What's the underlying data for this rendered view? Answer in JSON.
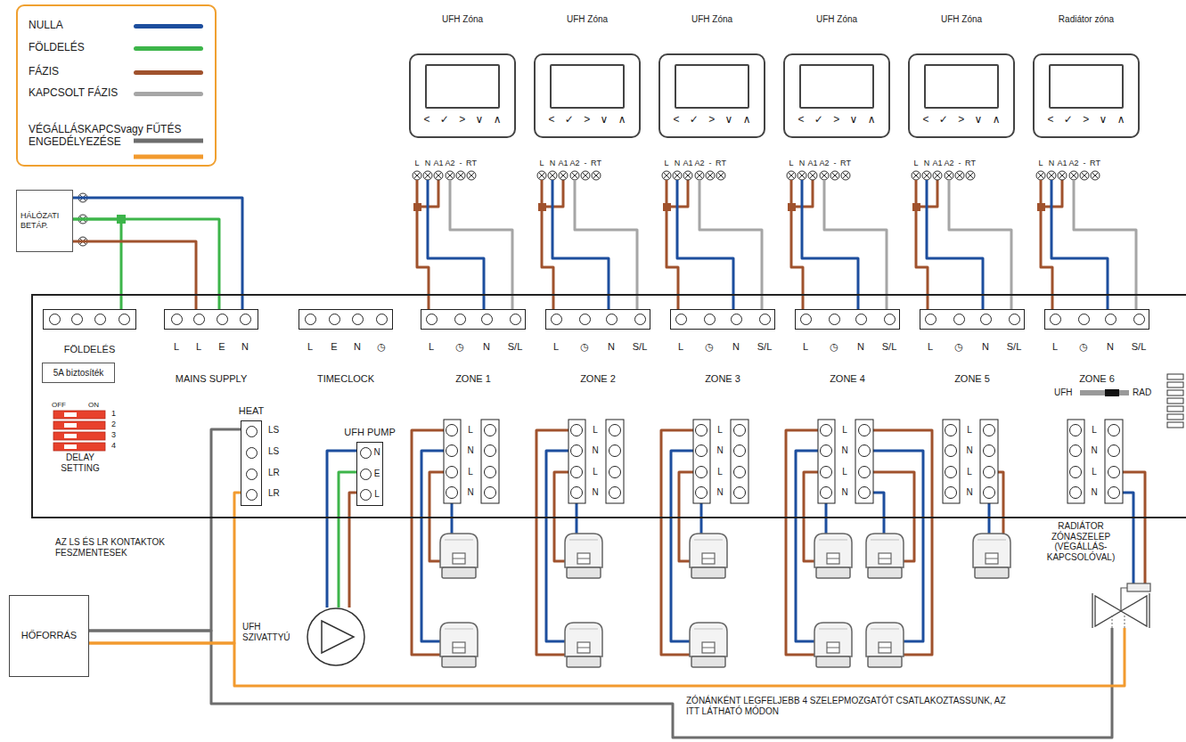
{
  "diagram": {
    "nodes": [
      {
        "text": [
          "HÁLÓZATI BETÁP."
        ]
      },
      {
        "text": [
          "UFH Zóna",
          "< ✓ > ∨ ∧",
          "L",
          "N",
          "A1",
          "A2",
          "-",
          "RT"
        ]
      },
      {
        "text": [
          "UFH Zóna",
          "< ✓ > ∨ ∧",
          "L",
          "N",
          "A1",
          "A2",
          "-",
          "RT"
        ]
      },
      {
        "text": [
          "UFH Zóna",
          "< ✓ > ∨ ∧",
          "L",
          "N",
          "A1",
          "A2",
          "-",
          "RT"
        ]
      },
      {
        "text": [
          "UFH Zóna",
          "< ✓ > ∨ ∧",
          "L",
          "N",
          "A1",
          "A2",
          "-",
          "RT"
        ]
      },
      {
        "text": [
          "UFH Zóna",
          "< ✓ > ∨ ∧",
          "L",
          "N",
          "A1",
          "A2",
          "-",
          "RT"
        ]
      },
      {
        "text": [
          "Radiátor zóna",
          "< ✓ > ∨ ∧",
          "L",
          "N",
          "A1",
          "A2",
          "-",
          "RT"
        ]
      },
      {
        "text": [
          "DELAY SETTING"
        ]
      },
      {
        "text": [
          "FÖLDELÉS"
        ],
        "in": 7
      },
      {
        "text": [
          "L",
          "L",
          "E",
          "N",
          "MAINS SUPPLY"
        ],
        "in": 7
      },
      {
        "text": [
          "L",
          "E",
          "N",
          "◷",
          "TIMECLOCK"
        ],
        "in": 7
      },
      {
        "text": [
          "L",
          "◷",
          "N",
          "S/L",
          "ZONE 1"
        ],
        "in": 7
      },
      {
        "text": [
          "L",
          "◷",
          "N",
          "S/L",
          "ZONE 2"
        ],
        "in": 7
      },
      {
        "text": [
          "L",
          "◷",
          "N",
          "S/L",
          "ZONE 3"
        ],
        "in": 7
      },
      {
        "text": [
          "L",
          "◷",
          "N",
          "S/L",
          "ZONE 4"
        ],
        "in": 7
      },
      {
        "text": [
          "L",
          "◷",
          "N",
          "S/L",
          "ZONE 5"
        ],
        "in": 7
      },
      {
        "text": [
          "L",
          "◷",
          "N",
          "S/L",
          "ZONE 6"
        ],
        "in": 7
      },
      {
        "text": [
          "HEAT",
          "LS",
          "LS",
          "LR",
          "LR"
        ],
        "in": 7
      },
      {
        "text": [
          "UFH PUMP",
          "N",
          "E",
          "L"
        ],
        "in": 7
      },
      {
        "text": [
          "5A biztosíték"
        ],
        "in": 7
      },
      {
        "text": [
          "HŐFORRÁS"
        ]
      },
      {
        "text": [
          "UFH SZIVATTYÚ"
        ]
      },
      {
        "text": [
          "RADIÁTOR ZÓNASZELEP (VÉGÁLLÁS- KAPCSOLÓVAL)"
        ]
      }
    ],
    "edges": [
      {
        "from": 0,
        "to": 8,
        "arrow": "none"
      },
      {
        "from": 0,
        "to": 9,
        "arrow": "none"
      },
      {
        "from": 0,
        "to": 9,
        "arrow": "none"
      },
      {
        "from": 0,
        "to": 9,
        "arrow": "none"
      },
      {
        "from": 1,
        "to": 11,
        "arrow": "none"
      },
      {
        "from": 1,
        "to": 11,
        "arrow": "none"
      },
      {
        "from": 1,
        "to": 11,
        "arrow": "none"
      },
      {
        "from": 2,
        "to": 12,
        "arrow": "none"
      },
      {
        "from": 2,
        "to": 12,
        "arrow": "none"
      },
      {
        "from": 2,
        "to": 12,
        "arrow": "none"
      },
      {
        "from": 3,
        "to": 13,
        "arrow": "none"
      },
      {
        "from": 3,
        "to": 13,
        "arrow": "none"
      },
      {
        "from": 3,
        "to": 13,
        "arrow": "none"
      },
      {
        "from": 4,
        "to": 14,
        "arrow": "none"
      },
      {
        "from": 4,
        "to": 14,
        "arrow": "none"
      },
      {
        "from": 4,
        "to": 14,
        "arrow": "none"
      },
      {
        "from": 5,
        "to": 15,
        "arrow": "none"
      },
      {
        "from": 5,
        "to": 15,
        "arrow": "none"
      },
      {
        "from": 5,
        "to": 15,
        "arrow": "none"
      },
      {
        "from": 6,
        "to": 16,
        "arrow": "none"
      },
      {
        "from": 6,
        "to": 16,
        "arrow": "none"
      },
      {
        "from": 6,
        "to": 16,
        "arrow": "none"
      },
      {
        "from": 17,
        "to": 20,
        "arrow": "none"
      },
      {
        "from": 22,
        "to": 20,
        "arrow": "none"
      },
      {
        "from": 17,
        "to": 20,
        "arrow": "none"
      },
      {
        "from": 22,
        "to": 20,
        "arrow": "none"
      },
      {
        "from": 18,
        "to": 21,
        "arrow": "none"
      },
      {
        "from": 18,
        "to": 21,
        "arrow": "none"
      },
      {
        "from": 18,
        "to": 21,
        "arrow": "none"
      }
    ],
    "labels": [
      "AZ LS ÉS LR KONTAKTOK FESZMENTESEK",
      "ZÓNÁNKÉNT LEGFELJEBB 4 SZELEPMOZGATÓT CSATLAKOZTASSUNK, AZ ITT LÁTHATÓ MÓDON",
      "OFF",
      "ON",
      "1",
      "2",
      "3",
      "4",
      "UFH",
      "RAD",
      "L",
      "N",
      "L",
      "N",
      "L",
      "N",
      "L",
      "N",
      "L",
      "N",
      "L",
      "N",
      "L",
      "N",
      "L",
      "N",
      "L",
      "N",
      "L",
      "N",
      "L",
      "N",
      "L",
      "N"
    ],
    "legend": [
      {
        "text": "NULLA",
        "color": "#1d4e9e"
      },
      {
        "text": "FÖLDELÉS",
        "color": "#3db54a"
      },
      {
        "text": "FÁZIS",
        "color": "#a0522d"
      },
      {
        "text": "KAPCSOLT FÁZIS",
        "color": "#a6a6a6"
      },
      {
        "text": "VÉGÁLLÁSKAPCSvagy FŰTÉS ENGEDÉLYEZÉSE"
      }
    ]
  }
}
